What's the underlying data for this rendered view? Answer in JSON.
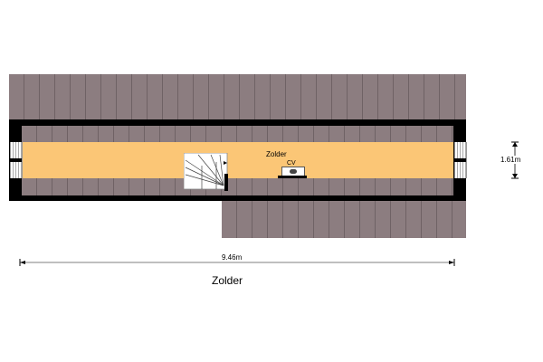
{
  "plan": {
    "room_label": "Zolder",
    "cv_label": "CV",
    "height_dimension": "1.61m",
    "width_dimension": "9.46m",
    "floor_title": "Zolder"
  },
  "colors": {
    "floor": "#fbc676",
    "roof": "#8c7d80",
    "wall": "#000000"
  }
}
